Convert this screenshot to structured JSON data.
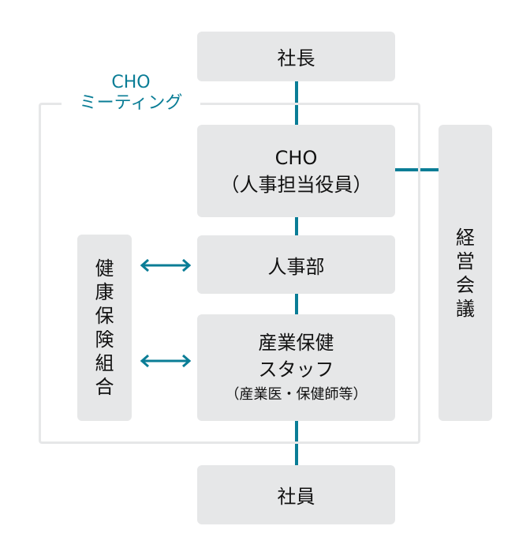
{
  "colors": {
    "accent": "#0a7d96",
    "box": "#e6e7e8",
    "text": "#111111"
  },
  "president": {
    "label": "社長"
  },
  "cho_meeting": {
    "line1": "CHO",
    "line2": "ミーティング"
  },
  "cho": {
    "line1": "CHO",
    "line2": "（人事担当役員）"
  },
  "hr_dept": {
    "label": "人事部"
  },
  "health_staff": {
    "line1": "産業保健",
    "line2": "スタッフ",
    "line3": "（産業医・保健師等）"
  },
  "health_insurance": {
    "chars": [
      "健",
      "康",
      "保",
      "険",
      "組",
      "合"
    ]
  },
  "management_meeting": {
    "chars": [
      "経",
      "営",
      "会",
      "議"
    ]
  },
  "employees": {
    "label": "社員"
  }
}
